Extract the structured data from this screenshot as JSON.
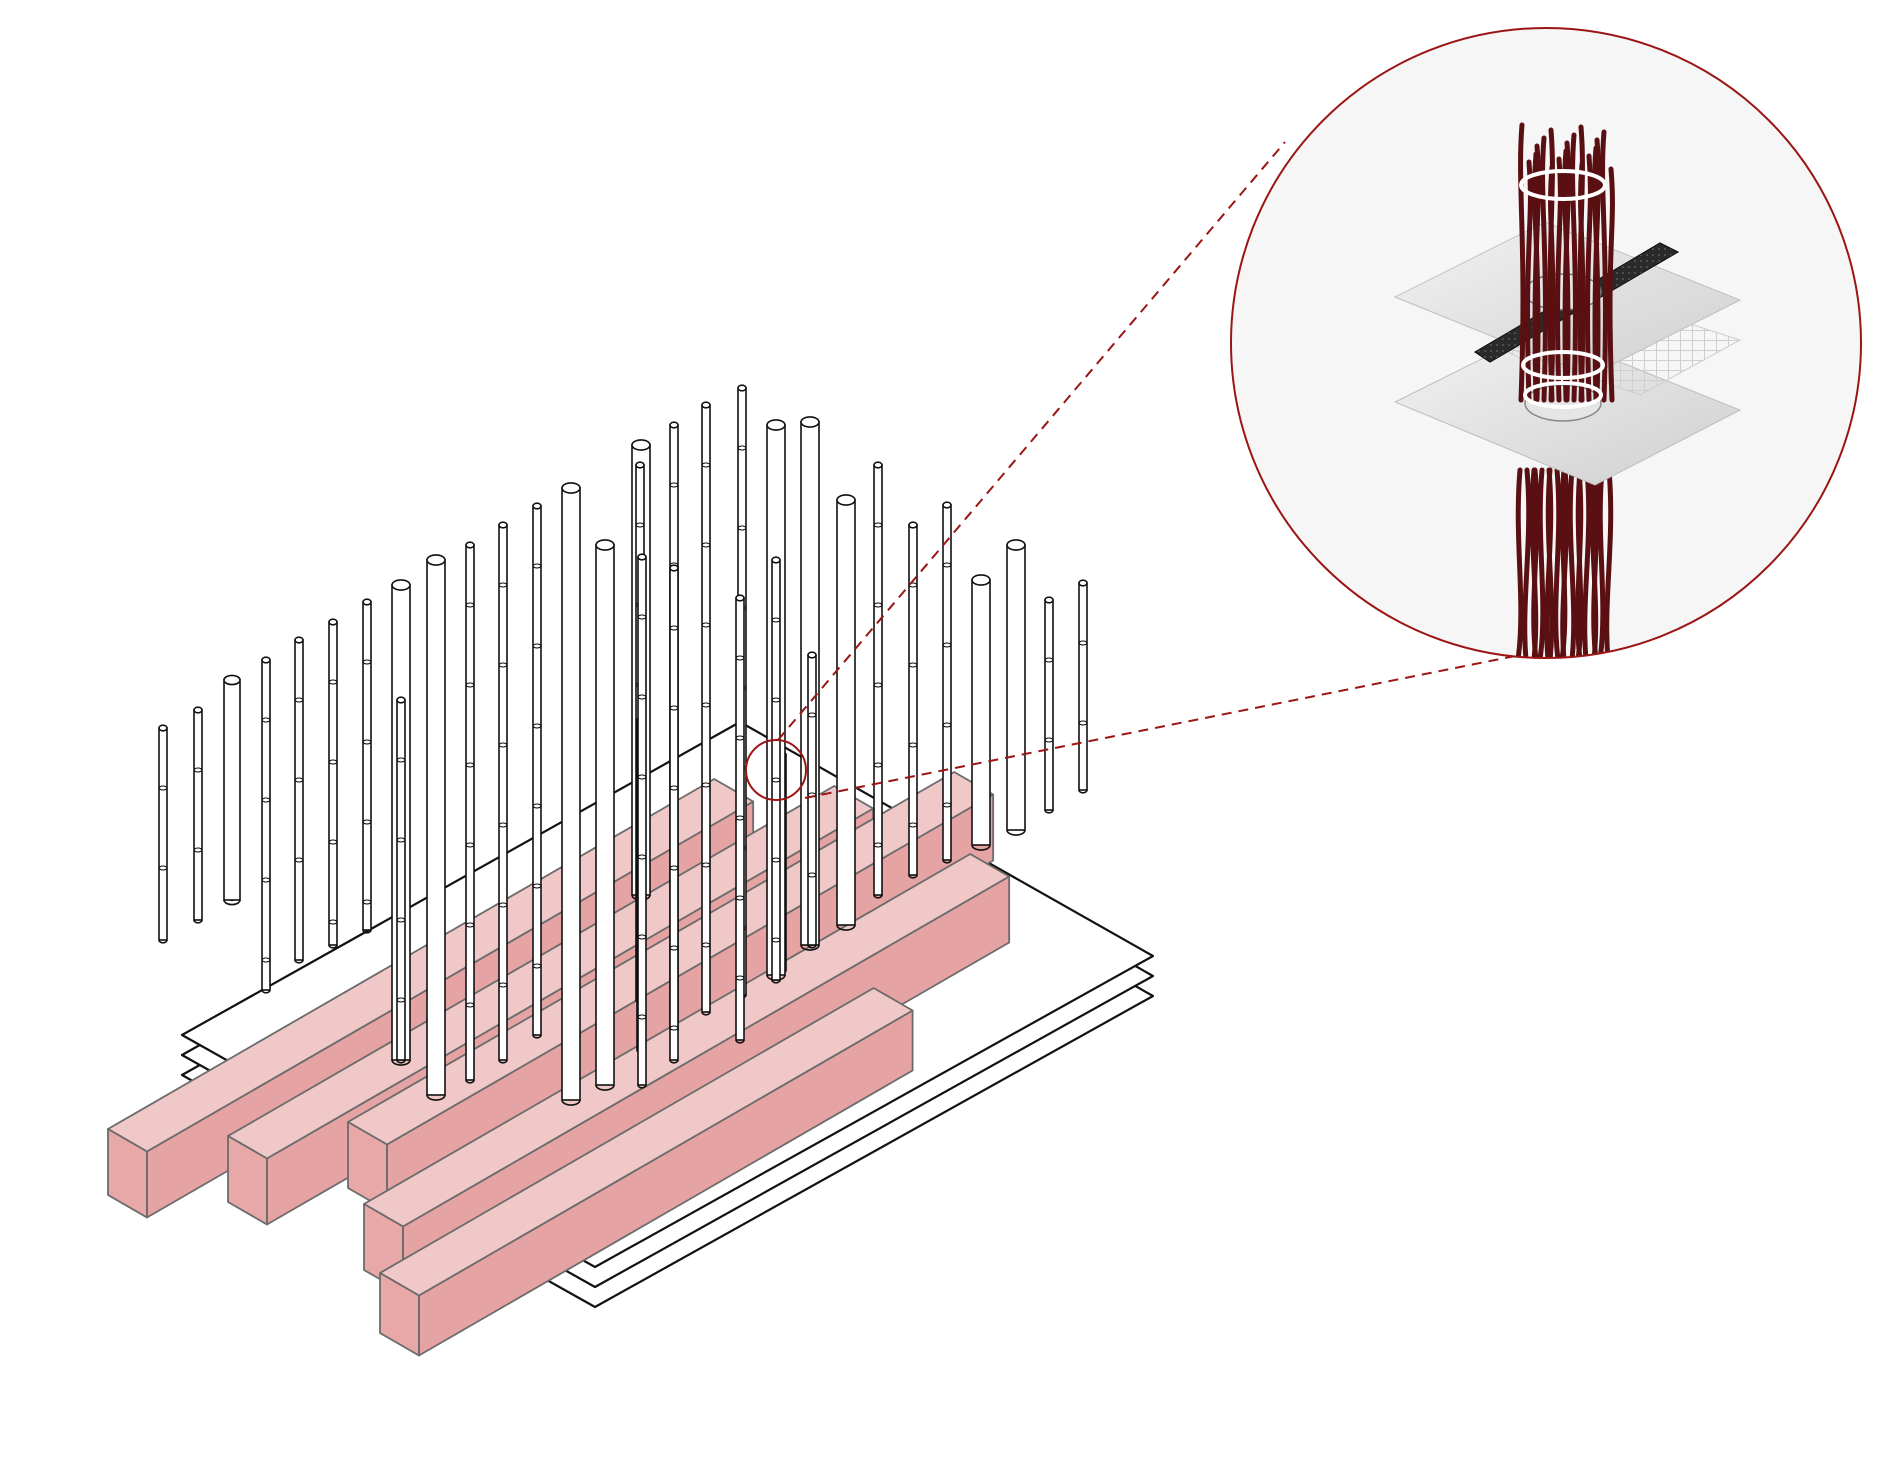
{
  "diagram": {
    "style": "axonometric-exploded",
    "colors": {
      "line": "#111111",
      "volume_top": "#f0c8c8",
      "volume_front": "#e8a8a8",
      "volume_side": "#e6a3a3",
      "volume_stroke": "#6b6b6b",
      "accent": "#9b1515",
      "callout_bg": "#f6f6f6",
      "strand": "#5a0f12",
      "plate": "#dcdcdc",
      "grating_dark": "#2a2a2a",
      "grid_light": "#ffffff"
    },
    "components": {
      "vertical_rods": "many-thin-vertical-cylinders",
      "floor_plates": "three-stacked-plates",
      "volumes": "pink-rectangular-bars",
      "callout": "circular-zoom-detail"
    }
  }
}
